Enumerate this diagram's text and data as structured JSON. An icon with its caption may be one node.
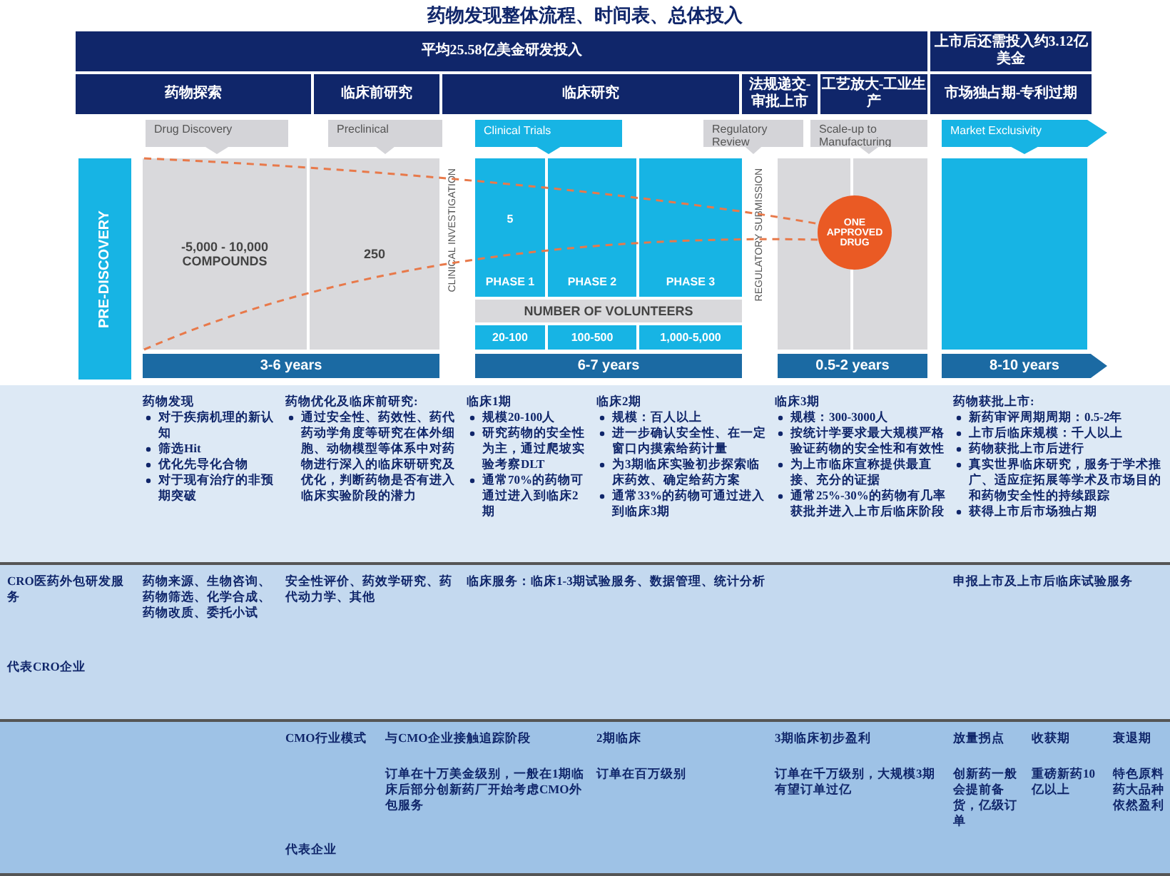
{
  "diagram": {
    "title": "药物发现整体流程、时间表、总体投入",
    "nodes": [
      {
        "text": [
          "平均25.58亿美金研发投入"
        ]
      },
      {
        "text": [
          "上市后还需投入约3.12亿美金"
        ]
      },
      {
        "text": [
          "药物探索"
        ]
      },
      {
        "text": [
          "临床前研究"
        ]
      },
      {
        "text": [
          "临床研究"
        ]
      },
      {
        "text": [
          "法规递交-审批上市"
        ]
      },
      {
        "text": [
          "工艺放大-工业生产"
        ]
      },
      {
        "text": [
          "市场独占期-专利过期"
        ]
      },
      {
        "text": [
          "Drug Discovery"
        ]
      },
      {
        "text": [
          "Preclinical"
        ]
      },
      {
        "text": [
          "Clinical Trials"
        ]
      },
      {
        "text": [
          "Regulatory Review"
        ]
      },
      {
        "text": [
          "Scale-up to Manufacturing"
        ]
      },
      {
        "text": [
          "Market Exclusivity"
        ]
      },
      {
        "text": [
          "PRE-DISCOVERY"
        ]
      },
      {
        "text": [
          "-5,000 - 10,000 COMPOUNDS"
        ]
      },
      {
        "text": [
          "250"
        ]
      },
      {
        "text": [
          "5",
          "PHASE 1"
        ]
      },
      {
        "text": [
          "PHASE 2"
        ]
      },
      {
        "text": [
          "PHASE 3"
        ]
      },
      {
        "text": [
          "NUMBER OF VOLUNTEERS"
        ]
      },
      {
        "text": [
          "20-100"
        ]
      },
      {
        "text": [
          "100-500"
        ]
      },
      {
        "text": [
          "1,000-5,000"
        ]
      },
      {
        "text": [
          "ONE APPROVED DRUG"
        ]
      },
      {
        "text": [
          "3-6 years"
        ]
      },
      {
        "text": [
          "6-7 years"
        ]
      },
      {
        "text": [
          "0.5-2 years"
        ]
      },
      {
        "text": [
          "8-10 years"
        ]
      }
    ],
    "labels": [
      "CLINICAL INVESTIGATION",
      "REGULATORY SUBMISSION",
      "药物发现",
      "对于疾病机理的新认知",
      "筛选Hit",
      "优化先导化合物",
      "对于现有治疗的非预期突破",
      "药物优化及临床前研究:",
      "通过安全性、药效性、药代药动学角度等研究在体外细胞、动物模型等体系中对药物进行深入的临床研研究及优化，判断药物是否有进入临床实验阶段的潜力",
      "临床1期",
      "规模20-100人",
      "研究药物的安全性为主，通过爬坡实验考察DLT",
      "通常70%的药物可通过进入到临床2期",
      "临床2期",
      "规模：百人以上",
      "进一步确认安全性、在一定窗口内摸索给药计量",
      "为3期临床实验初步探索临床药效、确定给药方案",
      "通常33%的药物可通过进入到临床3期",
      "临床3期",
      "规模：300-3000人",
      "按统计学要求最大规模严格验证药物的安全性和有效性",
      "为上市临床宣称提供最直接、充分的证据",
      "通常25%-30%的药物有几率获批并进入上市后临床阶段",
      "药物获批上市:",
      "新药审评周期周期：0.5-2年",
      "上市后临床规模：千人以上",
      "药物获批上市后进行",
      "真实世界临床研究，服务于学术推广、适应症拓展等学术及市场目的和药物安全性的持续跟踪",
      "获得上市后市场独占期",
      "CRO医药外包研发服务",
      "药物来源、生物咨询、药物筛选、化学合成、药物改质、委托小试",
      "安全性评价、药效学研究、药代动力学、其他",
      "临床服务：临床1-3期试验服务、数据管理、统计分析",
      "申报上市及上市后临床试验服务",
      "代表CRO企业",
      "CMO行业模式",
      "与CMO企业接触追踪阶段",
      "2期临床",
      "3期临床初步盈利",
      "放量拐点",
      "收获期",
      "衰退期",
      "订单在十万美金级别，一般在1期临床后部分创新药厂开始考虑CMO外包服务",
      "订单在百万级别",
      "订单在千万级别，大规模3期有望订单过亿",
      "创新药一般会提前备货，亿级订单",
      "重磅新药10亿以上",
      "特色原料药大品种依然盈利",
      "代表企业"
    ]
  }
}
